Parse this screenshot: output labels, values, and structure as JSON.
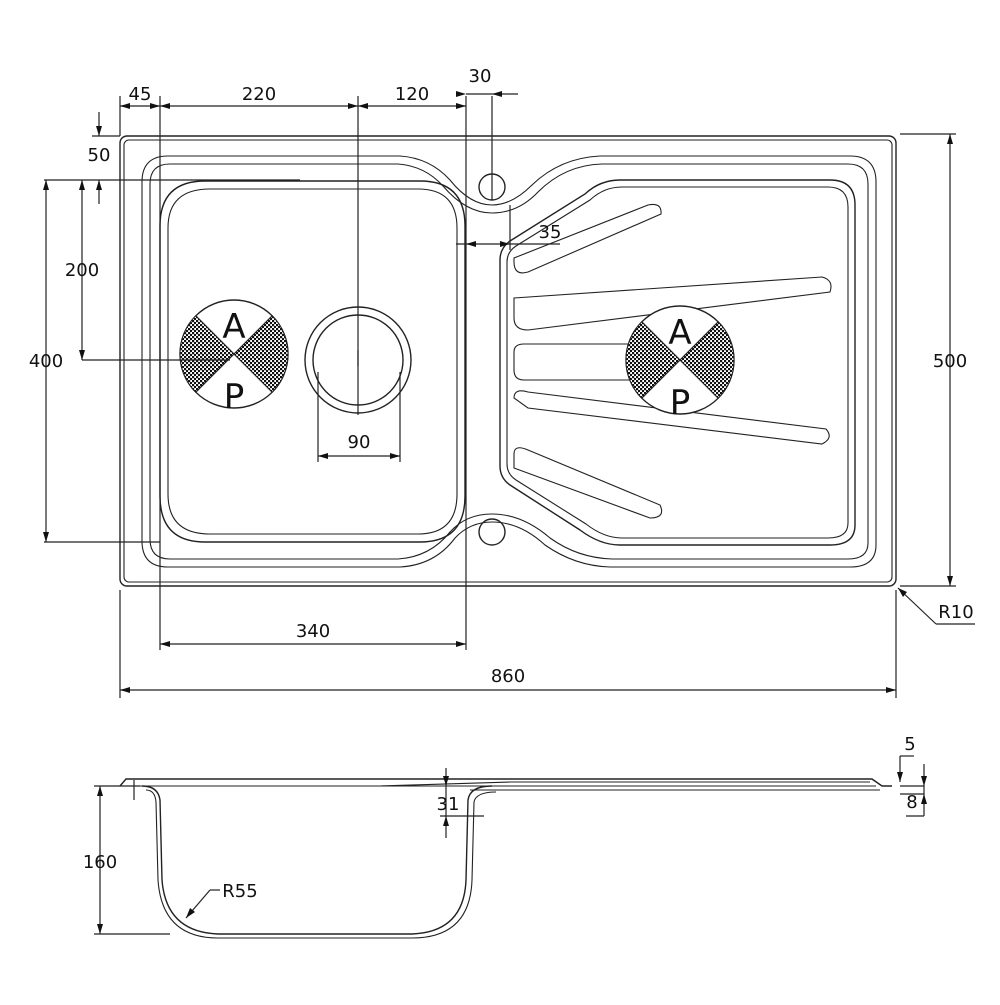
{
  "dimensions": {
    "d45": "45",
    "d220": "220",
    "d120": "120",
    "d30": "30",
    "d50": "50",
    "d200": "200",
    "d400": "400",
    "d500": "500",
    "d35": "35",
    "d90": "90",
    "d340": "340",
    "d860": "860",
    "r10": "R10",
    "d5": "5",
    "d8": "8",
    "d31": "31",
    "d160": "160",
    "r55": "R55"
  },
  "badges": {
    "bowl": {
      "top": "A",
      "bottom": "P"
    },
    "drainer": {
      "top": "A",
      "bottom": "P"
    }
  },
  "colors": {
    "line": "#222222",
    "background": "#ffffff"
  }
}
